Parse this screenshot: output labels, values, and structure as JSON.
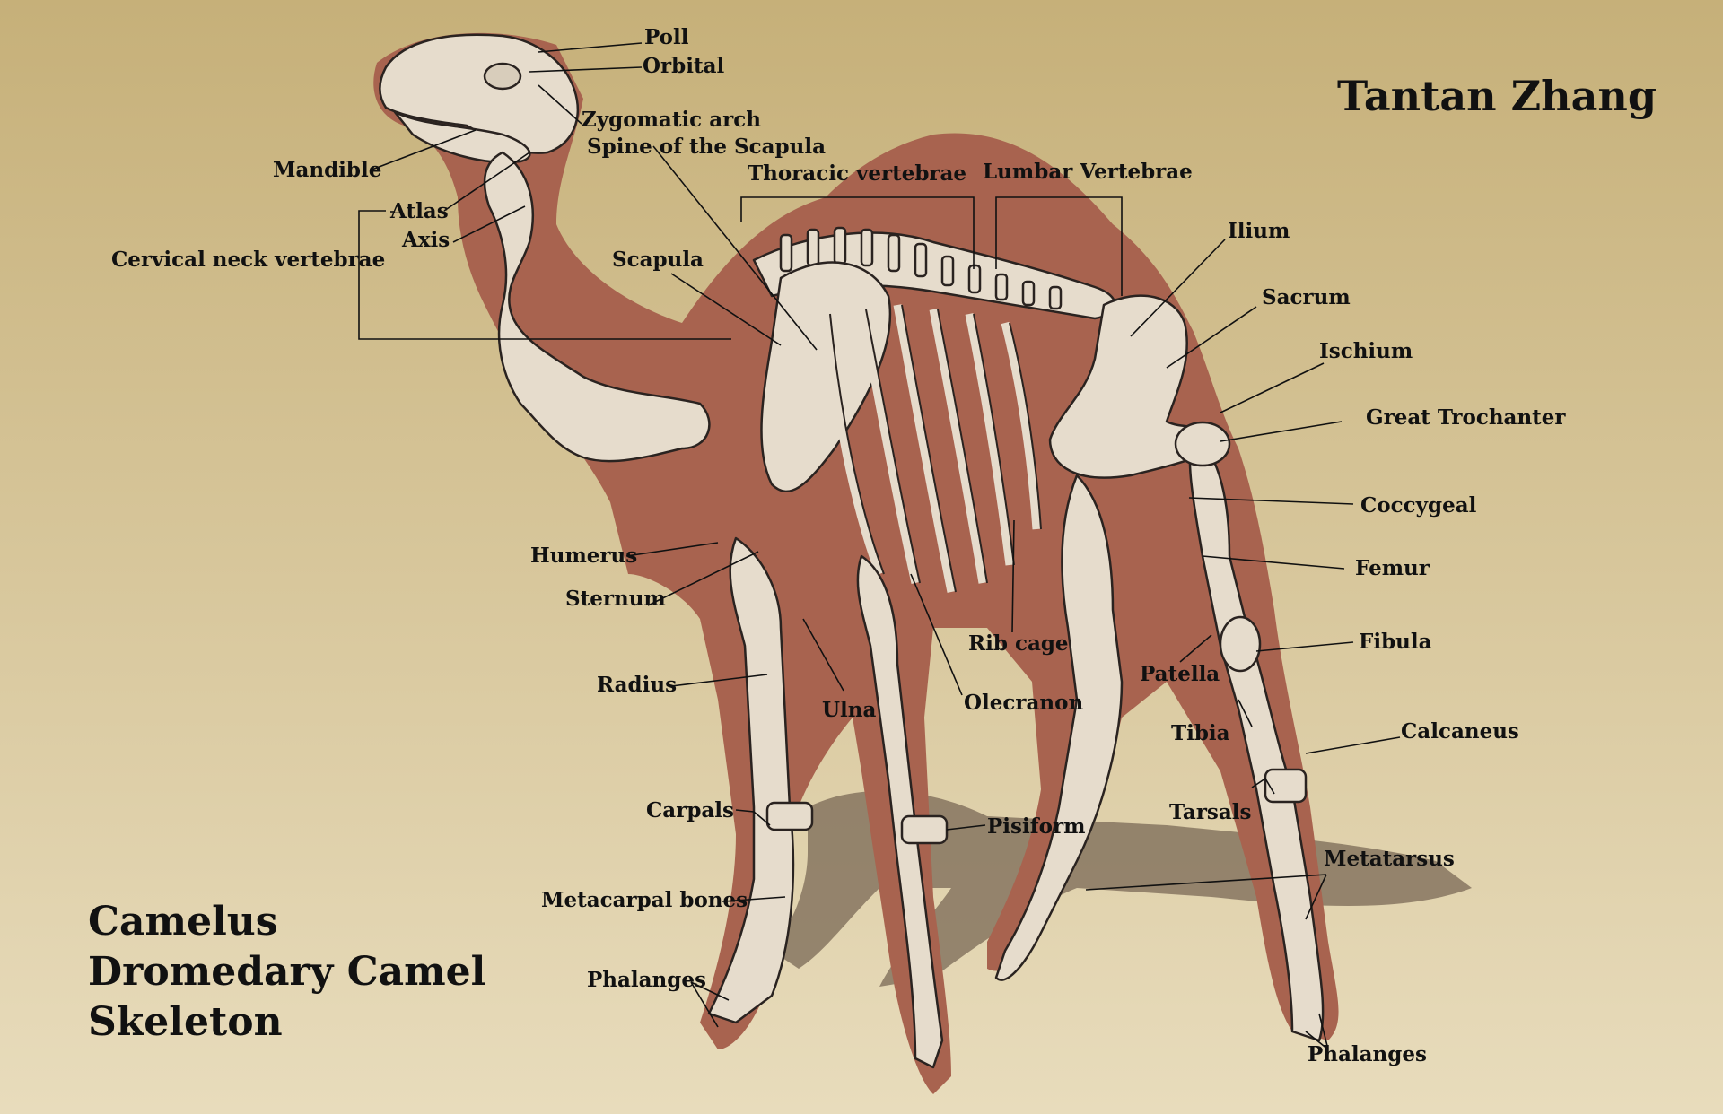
{
  "author": "Tantan Zhang",
  "title_lines": [
    "Camelus",
    "Dromedary Camel",
    "Skeleton"
  ],
  "labels": {
    "poll": "Poll",
    "orbital": "Orbital",
    "zygomatic_arch": "Zygomatic arch",
    "spine_of_scapula": "Spine of the Scapula",
    "mandible": "Mandible",
    "thoracic_vertebrae": "Thoracic vertebrae",
    "lumbar_vertebrae": "Lumbar Vertebrae",
    "atlas": "Atlas",
    "axis": "Axis",
    "cervical_neck_vertebrae": "Cervical neck vertebrae",
    "scapula": "Scapula",
    "ilium": "Ilium",
    "sacrum": "Sacrum",
    "ischium": "Ischium",
    "great_trochanter": "Great Trochanter",
    "coccygeal": "Coccygeal",
    "humerus": "Humerus",
    "sternum": "Sternum",
    "femur": "Femur",
    "rib_cage": "Rib cage",
    "fibula": "Fibula",
    "patella": "Patella",
    "radius": "Radius",
    "ulna": "Ulna",
    "olecranon": "Olecranon",
    "tibia": "Tibia",
    "calcaneus": "Calcaneus",
    "carpals": "Carpals",
    "tarsals": "Tarsals",
    "pisiform": "Pisiform",
    "metatarsus": "Metatarsus",
    "metacarpal_bones": "Metacarpal bones",
    "phalanges_front": "Phalanges",
    "phalanges_hind": "Phalanges"
  },
  "colors": {
    "background_top": "#c6b079",
    "background_bottom": "#e8dcbc",
    "silhouette": "#a8634f",
    "bone": "#e6dccc",
    "bone_outline": "#2a2320",
    "shadow": "#7a6856",
    "text": "#111111"
  }
}
